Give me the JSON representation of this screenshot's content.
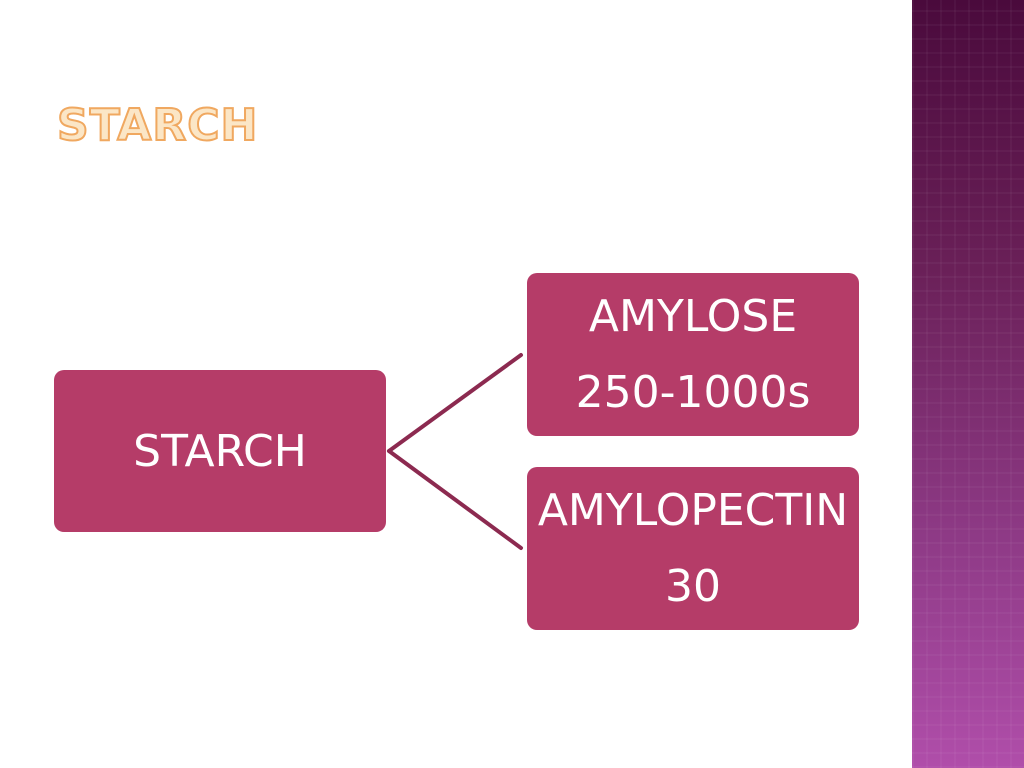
{
  "title": "STARCH",
  "diagram": {
    "root": {
      "label": "STARCH"
    },
    "children": [
      {
        "label": "AMYLOSE",
        "value": "250-1000s"
      },
      {
        "label": "AMYLOPECTIN",
        "value": "30"
      }
    ]
  },
  "colors": {
    "node_fill": "#b53c68",
    "connector": "#8c2a50",
    "title_fill": "#fbe6c6",
    "title_stroke": "#f0a860",
    "sidebar_top": "#4a0a3c",
    "sidebar_bottom": "#b04eaa"
  }
}
